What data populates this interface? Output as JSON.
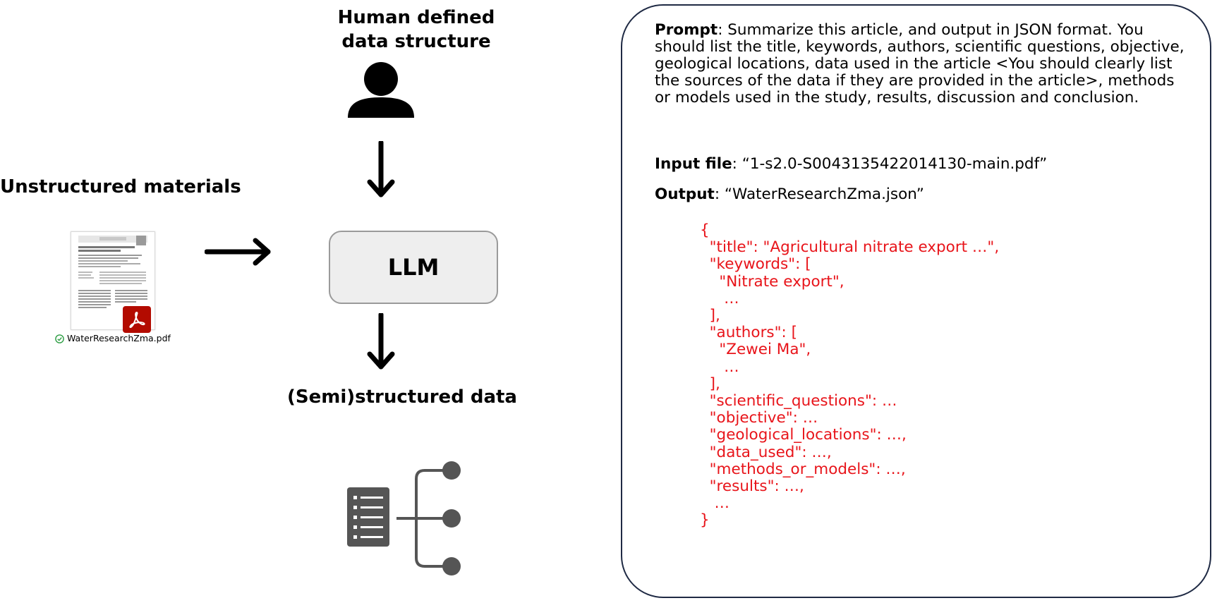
{
  "headings": {
    "human_defined": "Human defined\ndata structure",
    "unstructured": "Unstructured materials",
    "semi_structured": "(Semi)structured data"
  },
  "llm": {
    "label": "LLM"
  },
  "file": {
    "name": "WaterResearchZma.pdf"
  },
  "prompt": {
    "prompt_label": "Prompt",
    "prompt_text": ": Summarize this article, and output in JSON format. You should list the title, keywords, authors, scientific questions, objective, geological locations, data used in the article <You should clearly list the sources of the data if they are provided in the article>, methods or models used in the study, results, discussion and conclusion.",
    "input_label": "Input file",
    "input_text": ": “1-s2.0-S0043135422014130-main.pdf”",
    "output_label": "Output",
    "output_text": ": “WaterResearchZma.json”"
  },
  "json_lines": [
    "{",
    "  \"title\": \"Agricultural nitrate export …\",",
    "  \"keywords\": [",
    "    \"Nitrate export\",",
    "     …",
    "  ],",
    "  \"authors\": [",
    "    \"Zewei Ma\",",
    "     …",
    "  ],",
    "  \"scientific_questions\": …",
    "  \"objective\": …",
    "  \"geological_locations\": …,",
    "  \"data_used\": …,",
    "  \"methods_or_models\": …,",
    "  \"results\": …,",
    "   …",
    "}"
  ],
  "colors": {
    "json_text": "#e8141a",
    "llm_fill": "#eeeeee",
    "llm_border": "#9a9a9a",
    "panel_border": "#1f2a44",
    "pdf_badge": "#b30b00",
    "icon_gray": "#555555"
  },
  "icons": [
    "person-icon",
    "document-thumbnail-icon",
    "pdf-icon",
    "check-icon",
    "list-document-icon",
    "tree-branch-icon",
    "arrow-down-icon",
    "arrow-right-icon"
  ]
}
